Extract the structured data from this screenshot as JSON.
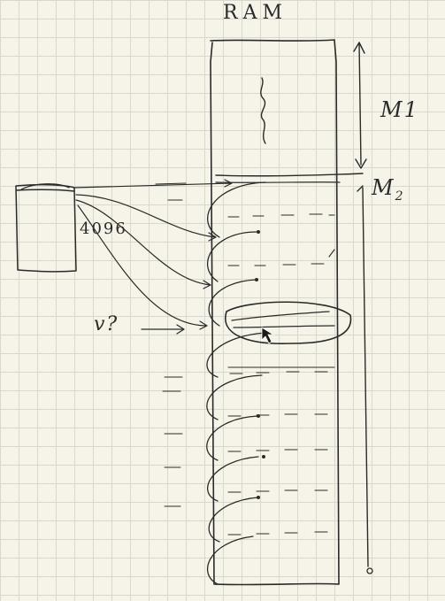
{
  "labels": {
    "ram_title": "RAM",
    "region_m1": "M1",
    "region_m2_base": "M",
    "region_m2_sub": "2",
    "page_size": "4096",
    "question": "v?"
  },
  "colors": {
    "paper": "#f6f4e8",
    "grid": "#d9d8cc",
    "ink": "#2a2a2a"
  }
}
